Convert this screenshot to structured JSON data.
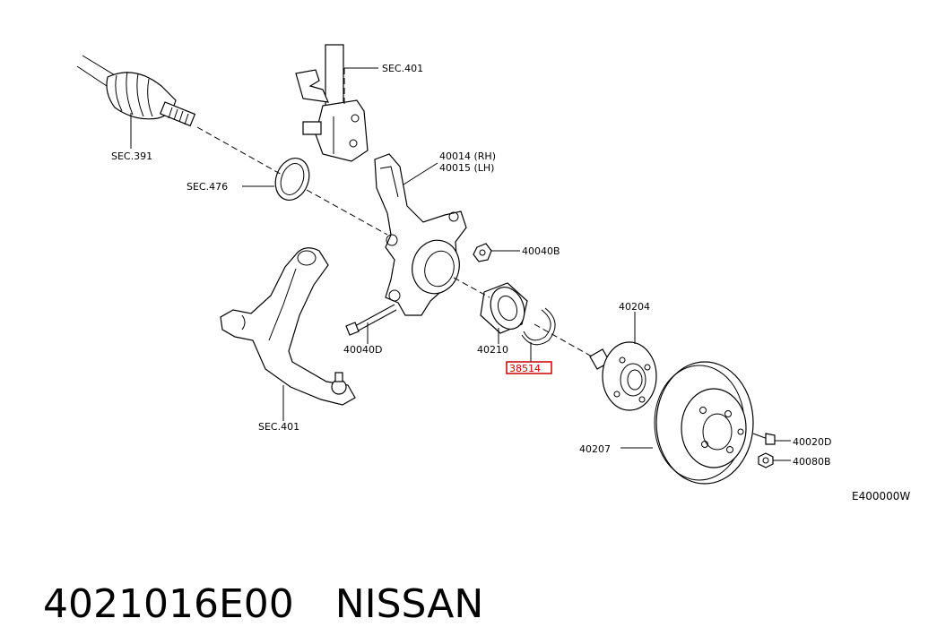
{
  "diagram": {
    "labels": {
      "sec401_top": "SEC.401",
      "sec391": "SEC.391",
      "sec476": "SEC.476",
      "knuckle_rh": "40014 (RH)",
      "knuckle_lh": "40015 (LH)",
      "p40040b": "40040B",
      "p40040d": "40040D",
      "p40210": "40210",
      "p38514": "38514",
      "p40204": "40204",
      "sec401_bottom": "SEC.401",
      "p40207": "40207",
      "p40020d": "40020D",
      "p40080b": "40080B",
      "drawing_code": "E400000W"
    },
    "highlight_color": "#cc0000"
  },
  "footer": {
    "part_number": "4021016E00",
    "brand": "NISSAN"
  }
}
